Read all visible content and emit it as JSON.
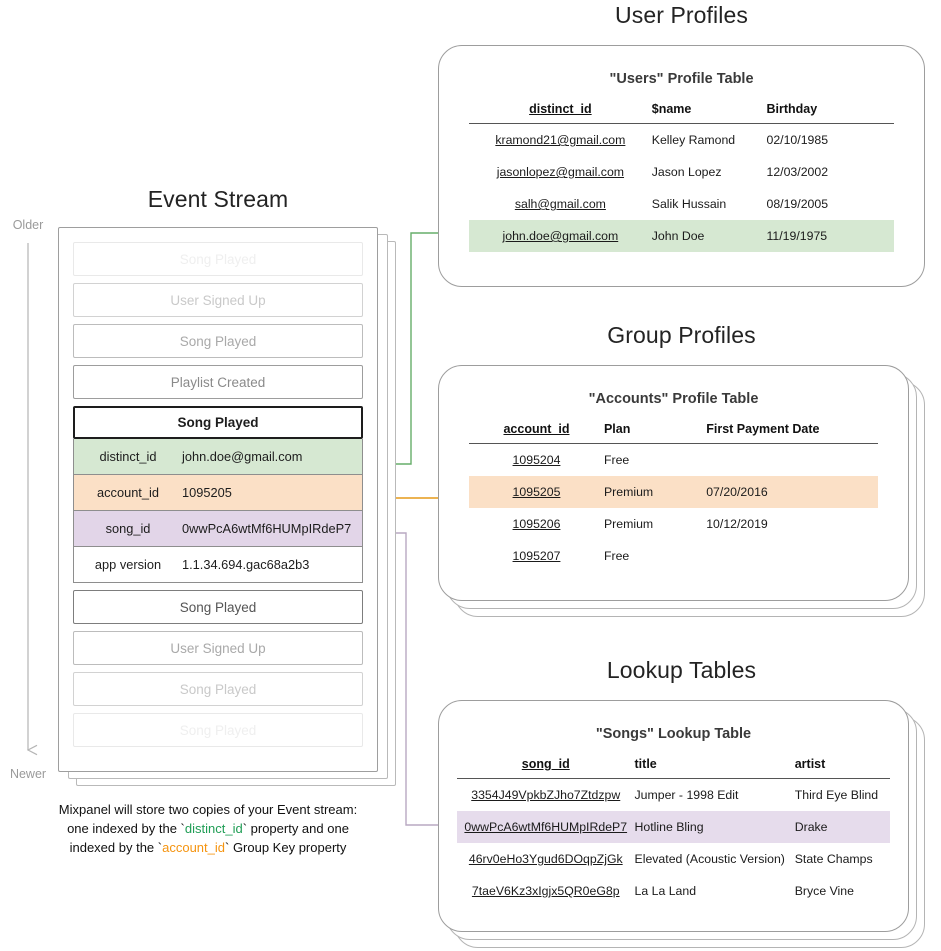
{
  "timeline": {
    "older_label": "Older",
    "newer_label": "Newer"
  },
  "event_stream": {
    "title": "Event Stream",
    "events_before": [
      {
        "label": "Song Played",
        "fade": "fade-1"
      },
      {
        "label": "User Signed Up",
        "fade": "fade-2"
      },
      {
        "label": "Song Played",
        "fade": "fade-3"
      },
      {
        "label": "Playlist Created",
        "fade": "fade-4"
      }
    ],
    "focused_event": {
      "name": "Song Played",
      "properties": [
        {
          "key": "distinct_id",
          "value": "john.doe@gmail.com",
          "highlight": "green"
        },
        {
          "key": "account_id",
          "value": "1095205",
          "highlight": "orange"
        },
        {
          "key": "song_id",
          "value": "0wwPcA6wtMf6HUMpIRdeP7",
          "highlight": "purple"
        },
        {
          "key": "app version",
          "value": "1.1.34.694.gac68a2b3",
          "highlight": "none"
        }
      ]
    },
    "events_after": [
      {
        "label": "Song Played",
        "fade": "solid"
      },
      {
        "label": "User Signed Up",
        "fade": "fade-3"
      },
      {
        "label": "Song Played",
        "fade": "fade-2"
      },
      {
        "label": "Song Played",
        "fade": "fade-1"
      }
    ],
    "caption": {
      "line1": "Mixpanel will store two copies of your Event stream:",
      "line2_pre": "one indexed by the `",
      "line2_token": "distinct_id",
      "line2_post": "` property and one",
      "line3_pre": "indexed by the `",
      "line3_token": "account_id",
      "line3_post": "` Group Key property"
    }
  },
  "user_profiles": {
    "section_title": "User Profiles",
    "table_title": "\"Users\" Profile Table",
    "columns": [
      "distinct_id",
      "$name",
      "Birthday"
    ],
    "rows": [
      {
        "cells": [
          "kramond21@gmail.com",
          "Kelley Ramond",
          "02/10/1985"
        ],
        "highlight": "none"
      },
      {
        "cells": [
          "jasonlopez@gmail.com",
          "Jason Lopez",
          "12/03/2002"
        ],
        "highlight": "none"
      },
      {
        "cells": [
          "salh@gmail.com",
          "Salik Hussain",
          "08/19/2005"
        ],
        "highlight": "none"
      },
      {
        "cells": [
          "john.doe@gmail.com",
          "John Doe",
          "11/19/1975"
        ],
        "highlight": "green"
      }
    ]
  },
  "group_profiles": {
    "section_title": "Group Profiles",
    "table_title": "\"Accounts\" Profile Table",
    "columns": [
      "account_id",
      "Plan",
      "First Payment Date"
    ],
    "rows": [
      {
        "cells": [
          "1095204",
          "Free",
          ""
        ],
        "highlight": "none"
      },
      {
        "cells": [
          "1095205",
          "Premium",
          "07/20/2016"
        ],
        "highlight": "orange"
      },
      {
        "cells": [
          "1095206",
          "Premium",
          "10/12/2019"
        ],
        "highlight": "none"
      },
      {
        "cells": [
          "1095207",
          "Free",
          ""
        ],
        "highlight": "none"
      }
    ]
  },
  "lookup_tables": {
    "section_title": "Lookup Tables",
    "table_title": "\"Songs\" Lookup Table",
    "columns": [
      "song_id",
      "title",
      "artist"
    ],
    "rows": [
      {
        "cells": [
          "3354J49VpkbZJho7Ztdzpw",
          "Jumper - 1998 Edit",
          "Third Eye Blind"
        ],
        "highlight": "none"
      },
      {
        "cells": [
          "0wwPcA6wtMf6HUMpIRdeP7",
          "Hotline Bling",
          "Drake"
        ],
        "highlight": "purple"
      },
      {
        "cells": [
          "46rv0eHo3Ygud6DOqpZjGk",
          "Elevated (Acoustic Version)",
          "State Champs"
        ],
        "highlight": "none"
      },
      {
        "cells": [
          "7taeV6Kz3xIgjx5QR0eG8p",
          "La La Land",
          "Bryce Vine"
        ],
        "highlight": "none"
      }
    ]
  },
  "colors": {
    "green": "#d6e8d2",
    "orange": "#fbe0c6",
    "purple": "#e6dcec",
    "connector_green": "#66ad6a",
    "connector_orange": "#eaa83a",
    "connector_purple": "#b8a9c2",
    "timeline_gray": "#b5b5b5"
  }
}
